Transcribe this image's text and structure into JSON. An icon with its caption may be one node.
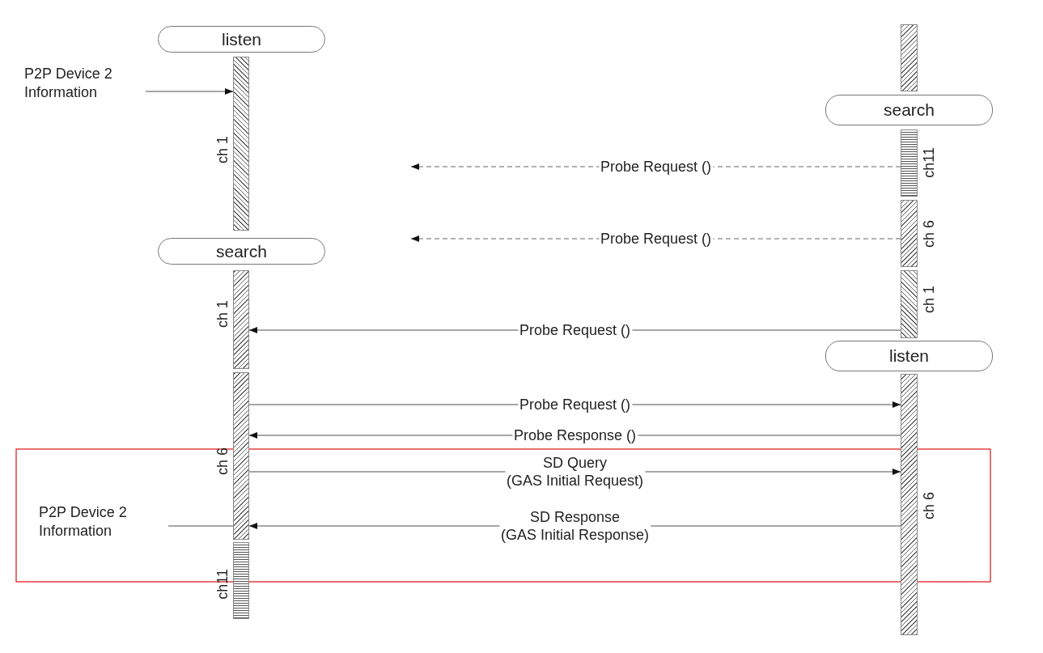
{
  "diagram": {
    "nodes": [
      {
        "text": [
          "listen"
        ]
      },
      {
        "text": [
          "P2P Device 2 Information"
        ]
      },
      {
        "text": [],
        "shape": "bar",
        "beside": [
          "ch 1"
        ]
      },
      {
        "text": [],
        "shape": "bar"
      },
      {
        "text": [
          "search"
        ]
      },
      {
        "text": [],
        "shape": "bar",
        "beside": [
          "ch11"
        ]
      },
      {
        "text": [],
        "shape": "bar",
        "beside": [
          "ch 6"
        ]
      },
      {
        "text": [
          "search"
        ]
      },
      {
        "text": [],
        "shape": "bar",
        "beside": [
          "ch 1"
        ]
      },
      {
        "text": [],
        "shape": "bar",
        "beside": [
          "ch 1"
        ]
      },
      {
        "text": [
          "listen"
        ]
      },
      {
        "text": [],
        "shape": "bar",
        "beside": [
          "ch 6"
        ]
      },
      {
        "text": [],
        "shape": "bar",
        "beside": [
          "ch 6"
        ]
      },
      {
        "text": [
          "P2P Device 2 Information"
        ]
      },
      {
        "text": [],
        "shape": "bar",
        "beside": [
          "ch11"
        ]
      }
    ],
    "edges": [
      {
        "from": 1,
        "to": 2,
        "arrow": "to"
      },
      {
        "from": 5,
        "to": null,
        "arrow": "to",
        "label": "Probe Request ()",
        "style": "dashed"
      },
      {
        "from": 6,
        "to": null,
        "arrow": "to",
        "label": "Probe Request ()",
        "style": "dashed"
      },
      {
        "from": 8,
        "to": 9,
        "arrow": "to",
        "label": "Probe Request ()"
      },
      {
        "from": 11,
        "to": 12,
        "arrow": "to",
        "label": "Probe Request ()"
      },
      {
        "from": 12,
        "to": 11,
        "arrow": "to",
        "label": "Probe Response ()"
      },
      {
        "from": 11,
        "to": 12,
        "arrow": "to",
        "label": "SD Query (GAS Initial Request)"
      },
      {
        "from": 12,
        "to": 11,
        "arrow": "to",
        "label": "SD Response (GAS Initial Response)"
      },
      {
        "from": 11,
        "to": 13,
        "arrow": "none"
      }
    ]
  }
}
